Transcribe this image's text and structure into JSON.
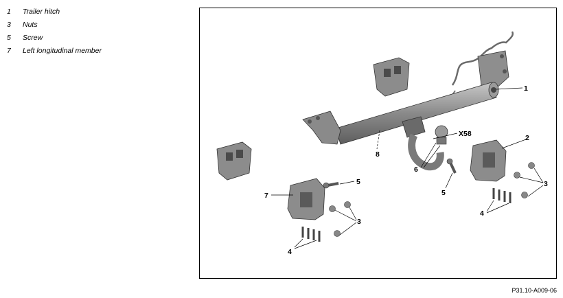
{
  "legend": [
    {
      "num": "1",
      "text": "Trailer hitch"
    },
    {
      "num": "3",
      "text": "Nuts"
    },
    {
      "num": "5",
      "text": "Screw"
    },
    {
      "num": "7",
      "text": "Left longitudinal member"
    }
  ],
  "callouts": {
    "c1": "1",
    "c2": "2",
    "c3a": "3",
    "c3b": "3",
    "c4a": "4",
    "c4b": "4",
    "c5a": "5",
    "c5b": "5",
    "c6": "6",
    "c7": "7",
    "c8": "8",
    "x58": "X58"
  },
  "figure_ref": "P31.10-A009-06",
  "colors": {
    "part_fill": "#8c8c8c",
    "part_dark": "#555555",
    "part_light": "#bdbdbd"
  }
}
